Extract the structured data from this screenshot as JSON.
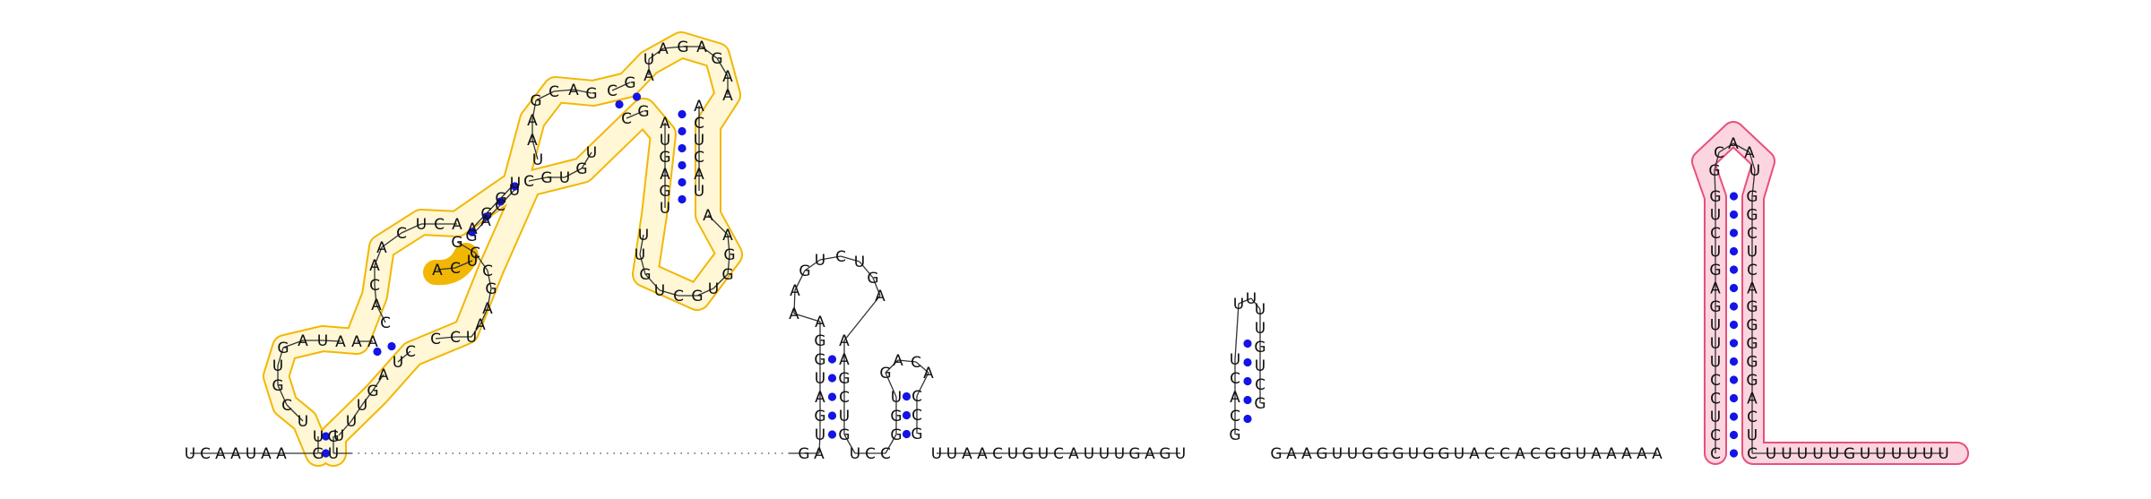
{
  "colors": {
    "region_1_outline": "#f2b705",
    "region_1_fill": "#fff7d6",
    "region_1_highlight": "#f2b705",
    "region_2_outline": "#e8507a",
    "region_2_fill": "#fbd5df",
    "base_pair_dot": "#1414e6",
    "nucleotide_text": "#111111"
  },
  "sequence_5prime_region": "UCAAUAA",
  "structure_1": {
    "stem1_5p": "GU",
    "stem1_3p": "GU",
    "loop1_5p": "UCGUGAUA",
    "loop1_3p": "AGUUU",
    "stem2_5p": "AA",
    "stem2_3p": "CU",
    "loop2_5p": "CACAACUCA",
    "loop2_3p": "CCUAAGCCG",
    "highlight": "UCA",
    "stem3_5p": "AGGU",
    "stem3_3p": "UCAG",
    "loop3_5p": "UAAGCAG",
    "loop3_3p": "UGUGC",
    "stem4_5p": "CG",
    "stem4_3p": "GC",
    "loop4": "AUAGAGAA",
    "stem5_5p": "ACUCAU",
    "stem5_3p": "UGAGUA",
    "loop5": "AAGGUGCUGUU"
  },
  "middle_5prime": "GA",
  "hairpin_a_5p": "UGAUGGA",
  "hairpin_a_loop": "AAGUCUGA",
  "hairpin_a_3p": "AAGCUG",
  "hairpin_a_linker": "UCC",
  "hairpin_b_5p": "GGU",
  "hairpin_b_loop": "GACA",
  "hairpin_b_3p": "CCG",
  "linker_1": "UUAACUGUCAUUUGAGU",
  "hairpin_c_5p": "GCACU",
  "hairpin_c_loop": "UU",
  "hairpin_c_3p": "UUGUCG",
  "linker_2": "GAAGUUGGGUGGUACCACGGUAAAAA",
  "structure_2": {
    "stem_5p": "CCUCCUUUGAGUCUG",
    "loop": "GCAAU",
    "stem_3p": "GGCUCAGGGGGACUC"
  },
  "tail_3prime": "UUUUUGUUUUUU"
}
